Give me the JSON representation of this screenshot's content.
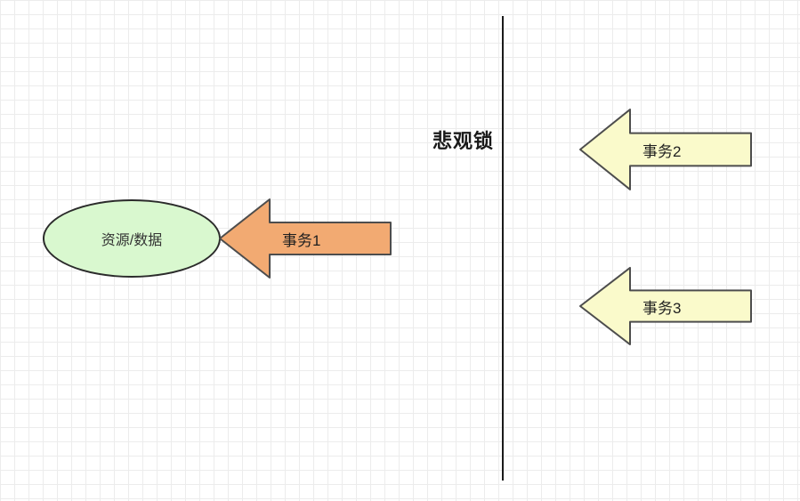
{
  "diagram": {
    "title": "悲观锁",
    "resource": {
      "label": "资源/数据",
      "fill": "#d9f8cf",
      "stroke": "#2b2b2b"
    },
    "arrows": [
      {
        "id": "transaction-1",
        "label": "事务1",
        "fill": "#f2aa72",
        "stroke": "#4d4d4d",
        "direction": "left"
      },
      {
        "id": "transaction-2",
        "label": "事务2",
        "fill": "#fafacb",
        "stroke": "#4d4d4d",
        "direction": "left"
      },
      {
        "id": "transaction-3",
        "label": "事务3",
        "fill": "#fafacb",
        "stroke": "#4d4d4d",
        "direction": "left"
      }
    ],
    "divider_color": "#1a1a1a"
  }
}
